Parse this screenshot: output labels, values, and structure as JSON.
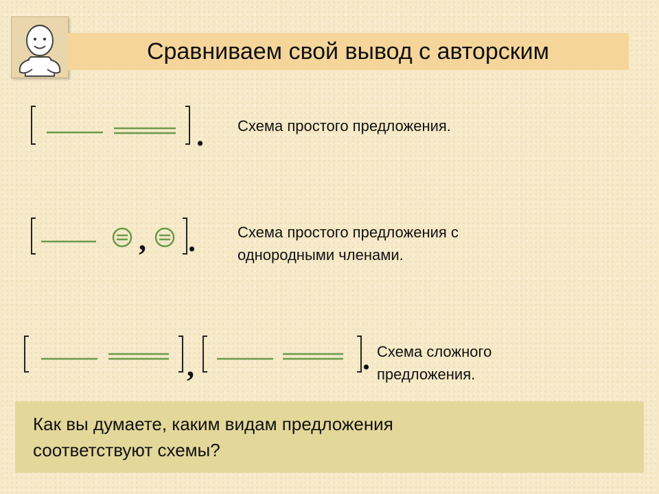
{
  "title": "Сравниваем свой вывод с авторским",
  "schemas": [
    {
      "caption": "Схема простого предложения."
    },
    {
      "caption_line1": "Схема простого предложения с",
      "caption_line2": "однородными членами."
    },
    {
      "caption_line1": "Схема сложного",
      "caption_line2": "предложения."
    }
  ],
  "punctuation": {
    "period": ".",
    "comma": ","
  },
  "question_line1": "Как вы думаете, каким видам предложения",
  "question_line2": "соответствуют схемы?",
  "colors": {
    "underline": "#6a9a4a",
    "title_bar": "#f5d59a",
    "question_box": "#e3d79a",
    "bracket": "#222222"
  },
  "icons": {
    "avatar": "smiling-child-icon"
  }
}
